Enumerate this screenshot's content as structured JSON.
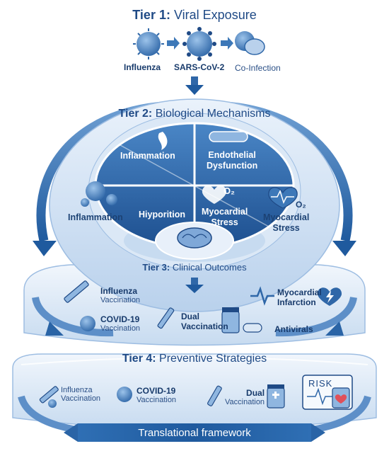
{
  "tier1": {
    "prefix": "Tier 1:",
    "title": "Viral Exposure",
    "items": [
      "Influenza",
      "SARS-CoV-2",
      "Co-Infection"
    ]
  },
  "tier2": {
    "prefix": "Tier 2:",
    "title": "Biological Mechanisms",
    "wedges": {
      "inflammation_top": "Inflammation",
      "endothelial_1": "Endothelial",
      "endothelial_2": "Dysfunction",
      "hyporition": "Hiyporition",
      "myocardial_1": "Myocardial",
      "myocardial_2": "Stress"
    },
    "left_label": "Inflammation",
    "right_label_1": "Myocardial",
    "right_label_2": "Stress",
    "o2": "O₂"
  },
  "tier3": {
    "prefix": "Tier 3:",
    "title": "Clinical Outcomes",
    "items": {
      "flu_1": "Influenza",
      "flu_2": "Vaccination",
      "covid_1": "COVID-19",
      "covid_2": "Vaccination",
      "dual_1": "Dual",
      "dual_2": "Vaccination",
      "antivirals": "Antivirals",
      "mi_1": "Myocardial",
      "mi_2": "Infarction"
    }
  },
  "tier4": {
    "prefix": "Tier 4:",
    "title": "Preventive Strategies",
    "items": {
      "flu_1": "Influenza",
      "flu_2": "Vaccination",
      "covid_1": "COVID-19",
      "covid_2": "Vaccination",
      "dual_1": "Dual",
      "dual_2": "Vaccination",
      "risk": "RISK"
    }
  },
  "banner": "Translational framework",
  "colors": {
    "navy": "#1f4a86",
    "mid": "#3d78b8",
    "light": "#dbe8f6",
    "pale": "#eef4fb",
    "accent_red": "#e0505a"
  }
}
